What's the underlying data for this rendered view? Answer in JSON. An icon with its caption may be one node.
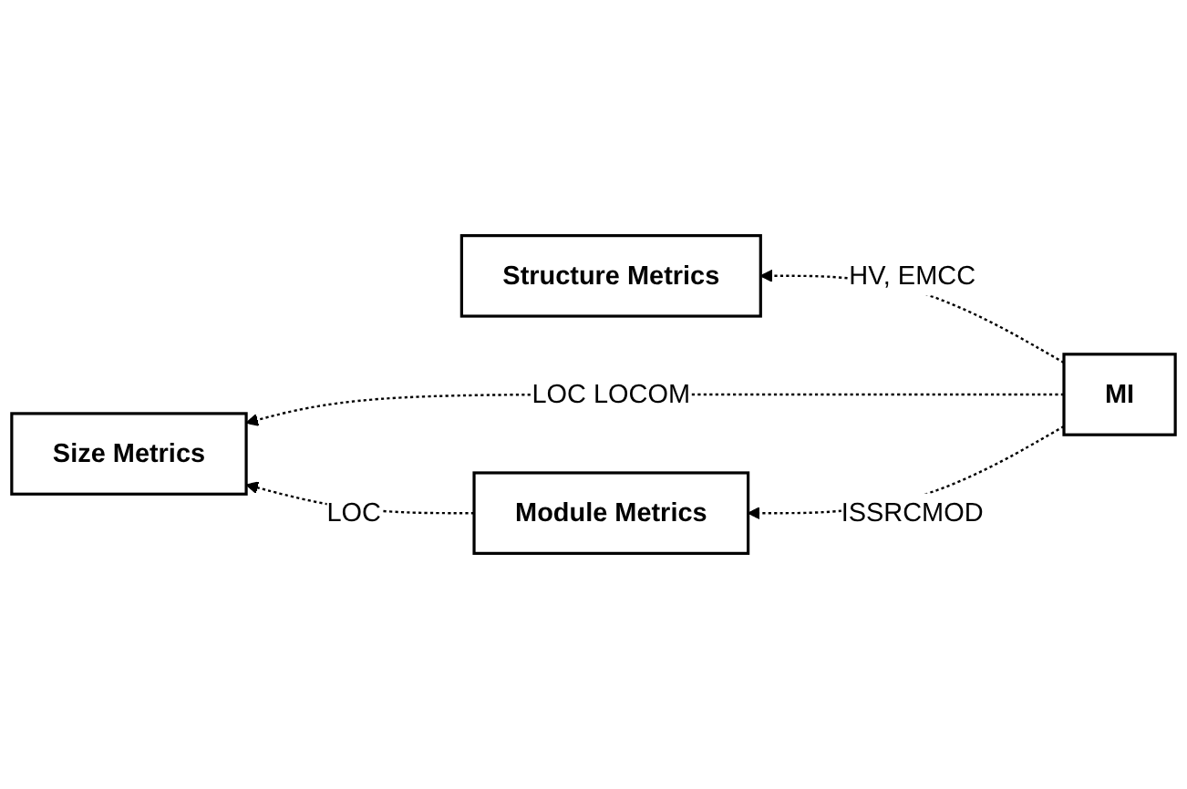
{
  "diagram": {
    "nodes": [
      {
        "text": [
          "Structure Metrics"
        ]
      },
      {
        "text": [
          "MI"
        ]
      },
      {
        "text": [
          "Size Metrics"
        ]
      },
      {
        "text": [
          "Module Metrics"
        ]
      }
    ],
    "edges": [
      {
        "from": 1,
        "to": 0,
        "arrow": "to",
        "label": "HV, EMCC",
        "style": "dashed"
      },
      {
        "from": 1,
        "to": 2,
        "arrow": "to",
        "label": "LOC LOCOM",
        "style": "dashed"
      },
      {
        "from": 1,
        "to": 3,
        "arrow": "to",
        "label": "ISSRCMOD",
        "style": "dashed"
      },
      {
        "from": 3,
        "to": 2,
        "arrow": "to",
        "label": "LOC",
        "style": "dashed"
      }
    ]
  }
}
